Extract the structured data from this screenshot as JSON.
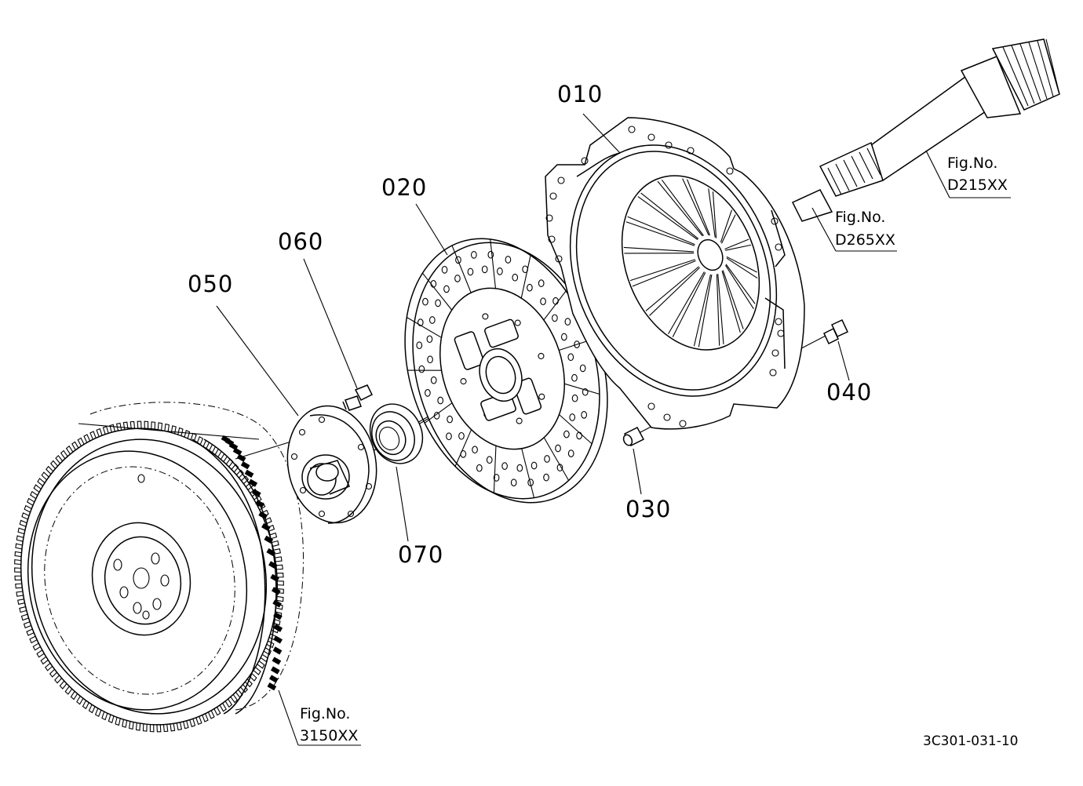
{
  "diagram": {
    "drawing_number": "3C301-031-10",
    "callouts": [
      {
        "id": "010",
        "label": "010"
      },
      {
        "id": "020",
        "label": "020"
      },
      {
        "id": "030",
        "label": "030"
      },
      {
        "id": "040",
        "label": "040"
      },
      {
        "id": "050",
        "label": "050"
      },
      {
        "id": "060",
        "label": "060"
      },
      {
        "id": "070",
        "label": "070"
      }
    ],
    "figure_references": [
      {
        "id": "d215",
        "line1": "Fig.No.",
        "line2": "D215XX"
      },
      {
        "id": "d265",
        "line1": "Fig.No.",
        "line2": "D265XX"
      },
      {
        "id": "3150",
        "line1": "Fig.No.",
        "line2": "3150XX"
      }
    ]
  }
}
